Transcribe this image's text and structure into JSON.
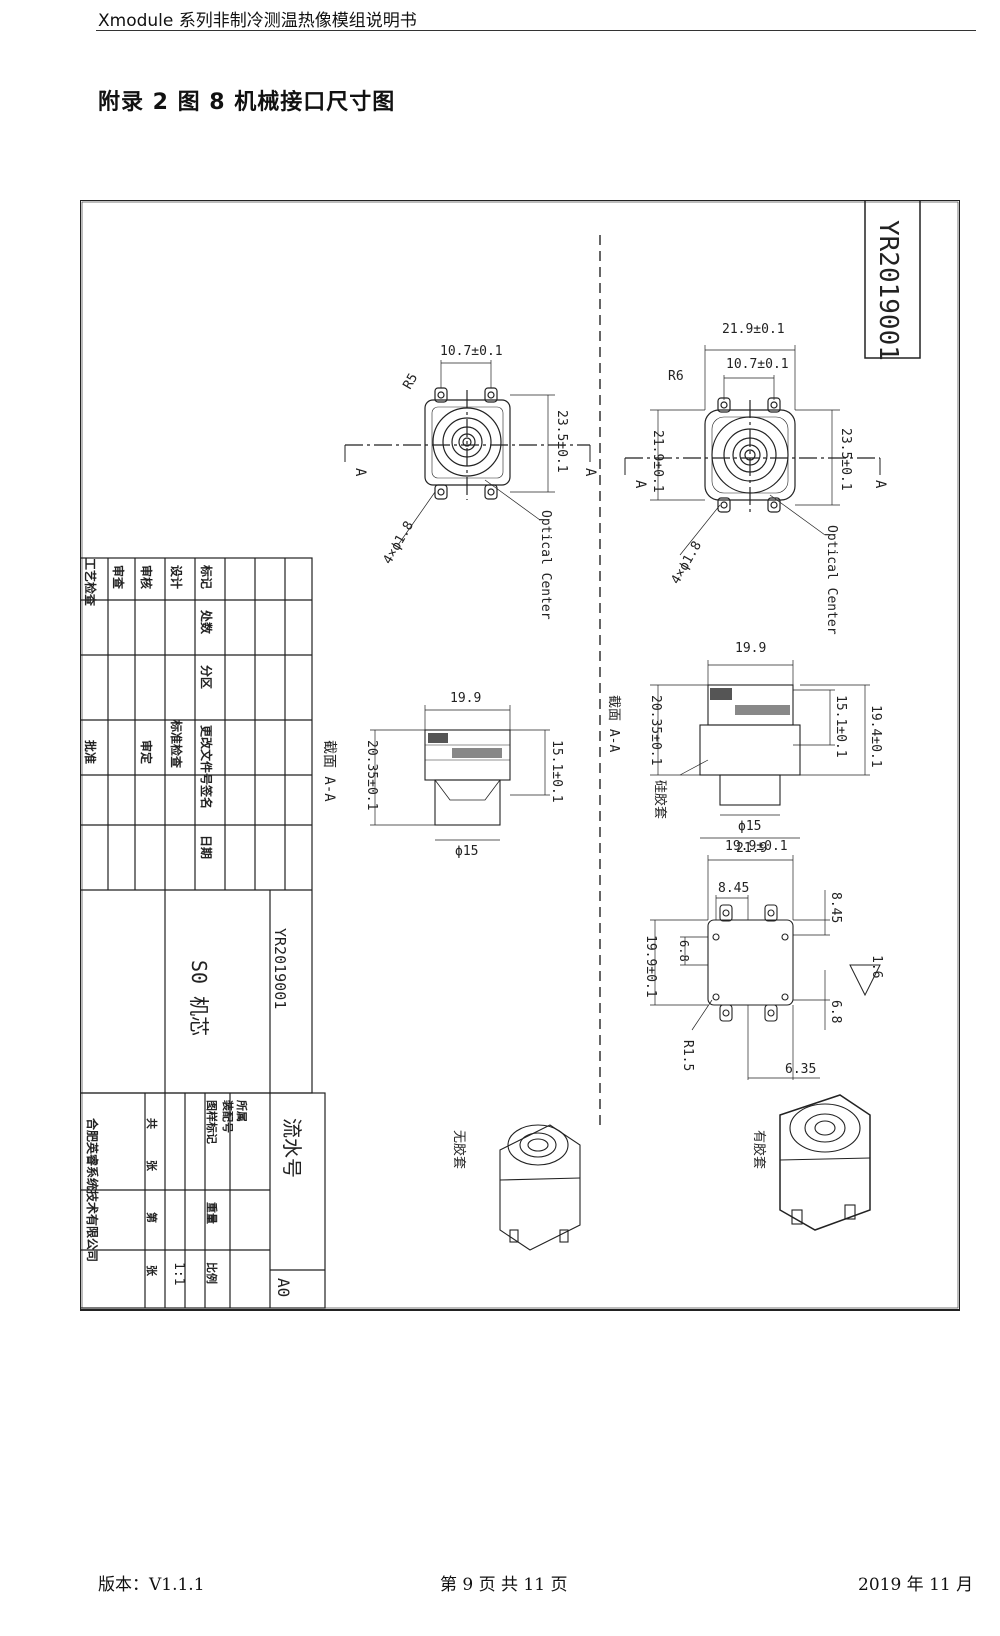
{
  "header": {
    "title": "Xmodule 系列非制冷测温热像模组说明书"
  },
  "section_title": "附录 2 图 8 机械接口尺寸图",
  "drawing": {
    "drawing_no": "YR2019001",
    "product_name": "S0 机芯",
    "serial_label": "流水号",
    "sheet_size": "A0",
    "scale": "1:1",
    "company": "合肥英睿系统技术有限公司",
    "title_block_rows": [
      "所属",
      "装配号",
      "图样标记",
      "重量",
      "比例",
      "共",
      "张",
      "第",
      "张"
    ],
    "revision_cols": [
      "标记",
      "处数",
      "分区",
      "更改文件号",
      "签名",
      "日期"
    ],
    "approval_rows": [
      "设计",
      "审核",
      "审查",
      "工艺检查",
      "标准检查",
      "审定",
      "批准"
    ],
    "dims_left": [
      "10.7±0.1",
      "23.5±0.1",
      "R5",
      "4×ϕ1.8",
      "19.9",
      "15.1±0.1",
      "20.35±0.1",
      "ϕ15"
    ],
    "dims_right": [
      "21.9±0.1",
      "10.7±0.1",
      "R6",
      "23.5±0.1",
      "21.9±0.1",
      "4×ϕ1.8",
      "19.9",
      "15.1±0.1",
      "19.4±0.1",
      "20.35±0.1",
      "ϕ15",
      "21.9",
      "19.9±0.1",
      "8.45",
      "8.45",
      "19.9±0.1",
      "6.8",
      "6.8",
      "1.6",
      "R1.5",
      "6.35"
    ],
    "optical_center": "Optical Center",
    "section_label": "截面 A-A",
    "arrow_a": "A",
    "no_gasket": "无胶套",
    "with_gasket": "有胶套",
    "silicone": "硅胶套"
  },
  "footer": {
    "version": "版本：V1.1.1",
    "page": "第 9 页  共 11 页",
    "date": "2019 年 11 月"
  }
}
